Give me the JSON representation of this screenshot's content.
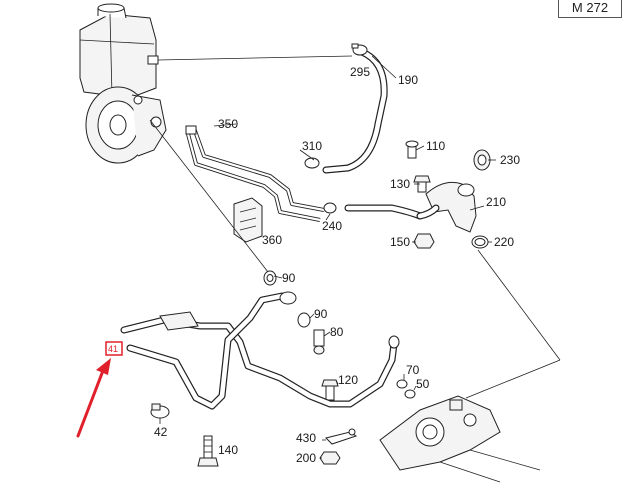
{
  "model_code": "M 272",
  "selected_tag": "41",
  "colors": {
    "highlight": "#e0202a",
    "ink": "#222222"
  },
  "callouts": [
    {
      "key": "c295",
      "text": "295"
    },
    {
      "key": "c190",
      "text": "190"
    },
    {
      "key": "c350",
      "text": "350"
    },
    {
      "key": "c310",
      "text": "310"
    },
    {
      "key": "c110",
      "text": "110"
    },
    {
      "key": "c230",
      "text": "230"
    },
    {
      "key": "c130",
      "text": "130"
    },
    {
      "key": "c210",
      "text": "210"
    },
    {
      "key": "c240",
      "text": "240"
    },
    {
      "key": "c360",
      "text": "360"
    },
    {
      "key": "c150",
      "text": "150"
    },
    {
      "key": "c220",
      "text": "220"
    },
    {
      "key": "c90a",
      "text": "90"
    },
    {
      "key": "c90b",
      "text": "90"
    },
    {
      "key": "c80",
      "text": "80"
    },
    {
      "key": "c70",
      "text": "70"
    },
    {
      "key": "c50",
      "text": "50"
    },
    {
      "key": "c120",
      "text": "120"
    },
    {
      "key": "c42",
      "text": "42"
    },
    {
      "key": "c140",
      "text": "140"
    },
    {
      "key": "c430",
      "text": "430"
    },
    {
      "key": "c200",
      "text": "200"
    }
  ]
}
